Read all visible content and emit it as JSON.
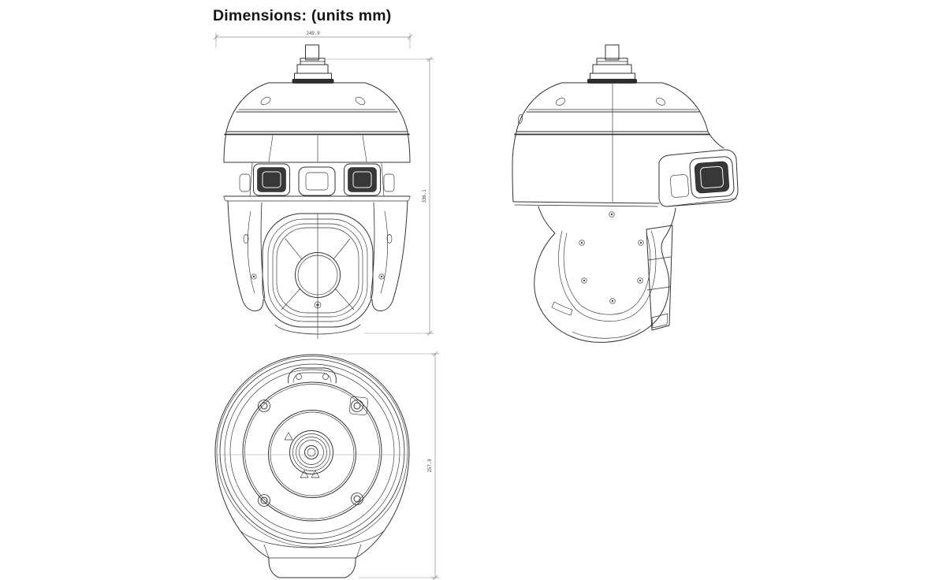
{
  "title": "Dimensions: (units mm)",
  "drawing": {
    "dimensions": {
      "width_mm": "249.9",
      "height_mm": "336.1",
      "depth_mm": "257.9"
    },
    "colors": {
      "line": "#333333",
      "dimension_line": "#8a8a8a",
      "dimension_text": "#4a4a4a",
      "dark_window_fill": "#383838",
      "background": "#ffffff"
    }
  }
}
